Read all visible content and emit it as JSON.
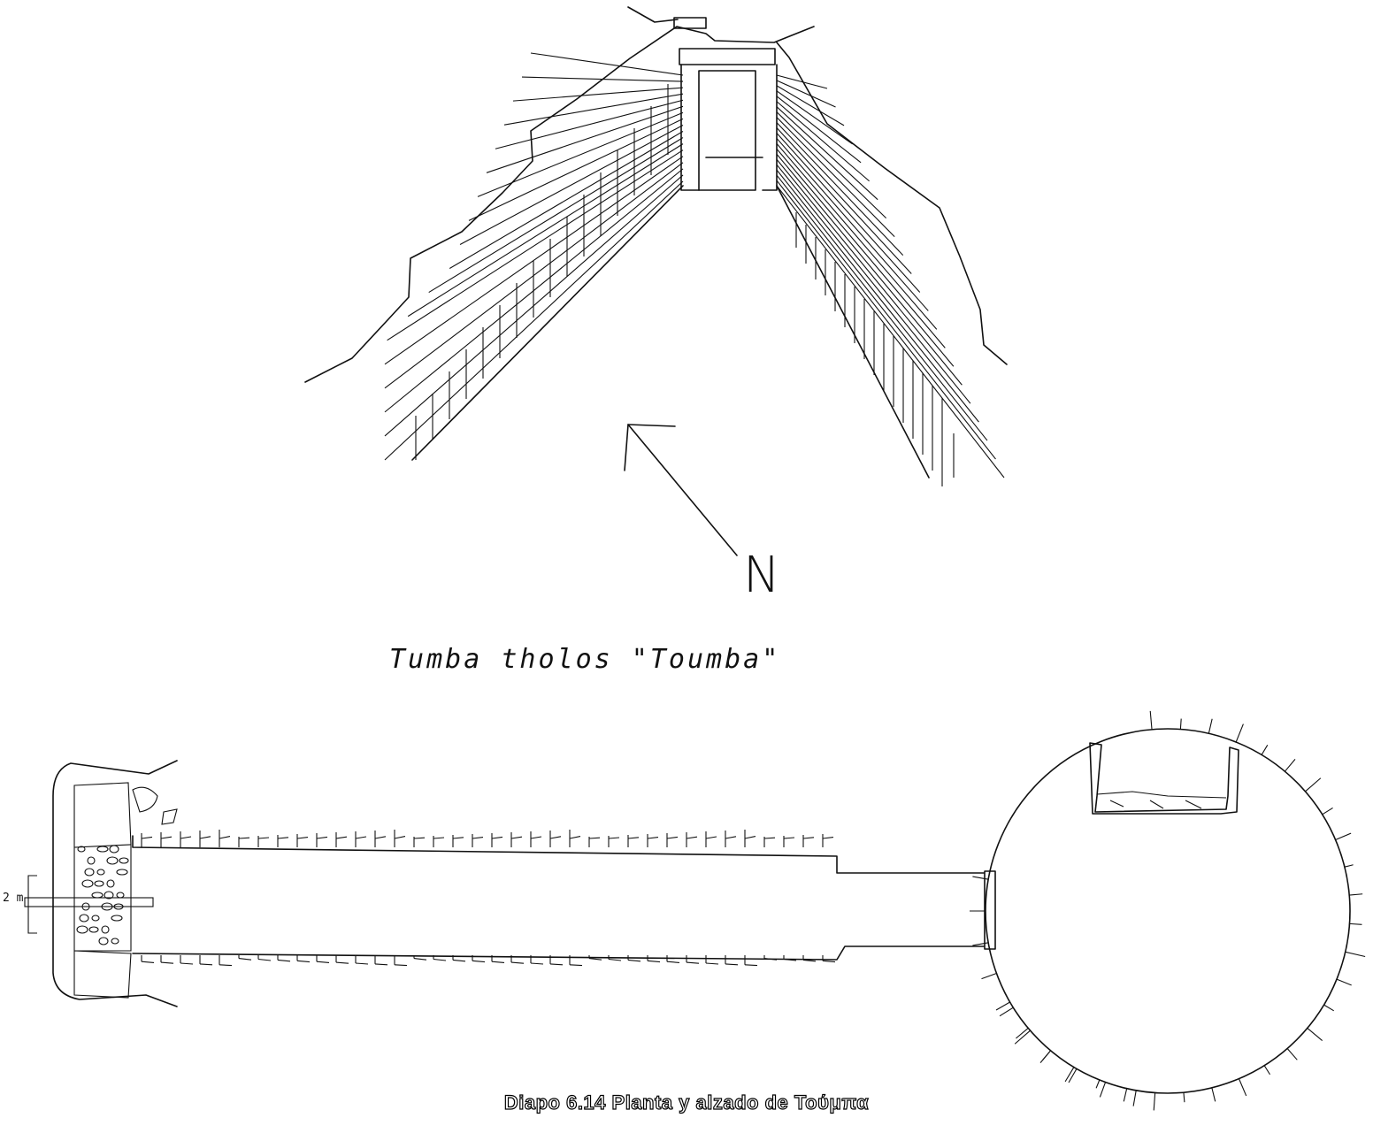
{
  "title": "Tumba tholos \"Toumba\"",
  "north_label": "N",
  "scale_label": "2 m",
  "caption": "Diapo 6.14 Planta y alzado de Τούμπα"
}
